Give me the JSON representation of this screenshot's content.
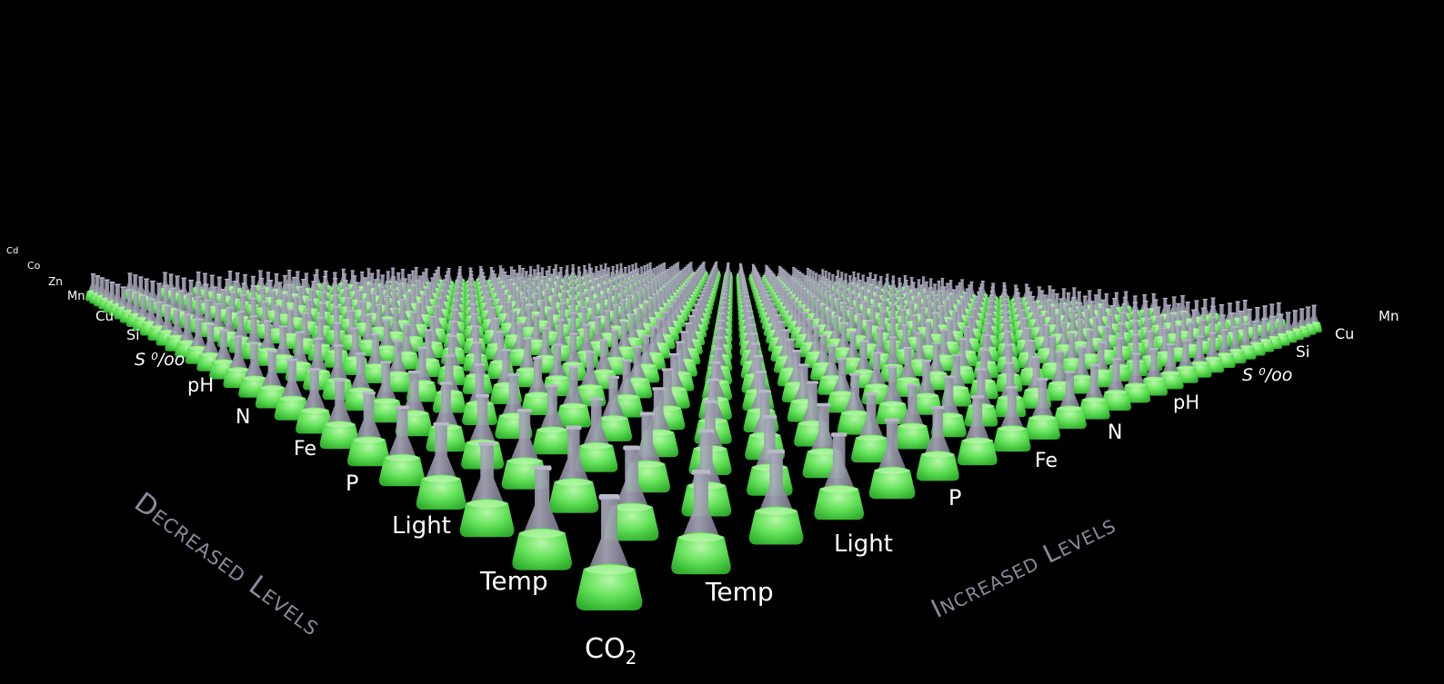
{
  "center_label": {
    "main": "CO",
    "sub": "2"
  },
  "left_axis": {
    "title": "Decreased Levels",
    "labels": [
      "Temp",
      "Light",
      "P",
      "Fe",
      "N",
      "pH",
      "S ⁰/oo",
      "Si",
      "Cu",
      "Mn",
      "Zn",
      "Co",
      "Cd"
    ]
  },
  "right_axis": {
    "title": "Increased Levels",
    "labels": [
      "Temp",
      "Light",
      "P",
      "Fe",
      "N",
      "pH",
      "S ⁰/oo",
      "Si",
      "Cu",
      "Mn"
    ]
  },
  "colors": {
    "background": "#000000",
    "flask_glass": "#8a8a9c",
    "liquid": "#5fe05a",
    "liquid_highlight": "#a8f59a",
    "label_text": "#ffffff",
    "axis_title": "#8a8a9a"
  },
  "icons": {
    "flask": "erlenmeyer-flask-icon"
  }
}
